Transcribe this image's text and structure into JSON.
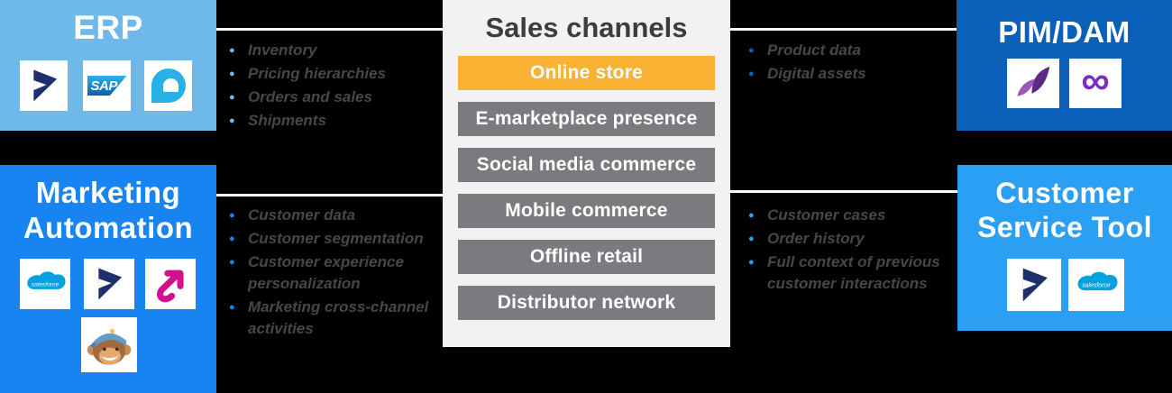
{
  "colors": {
    "background": "#000000",
    "erp_blue": "#6FB9EA",
    "marketing_blue": "#1884F2",
    "pim_blue": "#0A60B8",
    "service_blue": "#2B9FF3",
    "card_bg": "#F2F2F2",
    "highlight_orange": "#F9B233",
    "channel_gray": "#7A7B7E",
    "title_gray": "#3D3D3D",
    "bullet_text": "#474747",
    "connector_white": "#FFFFFF",
    "teardrop_cyan": "#29B0E6",
    "infinity_purple": "#7A2EC0"
  },
  "erp": {
    "title": "ERP",
    "items": [
      "Inventory",
      "Pricing hierarchies",
      "Orders and sales",
      "Shipments"
    ]
  },
  "marketing": {
    "title": "Marketing Automation",
    "items": [
      "Customer data",
      "Customer segmentation",
      "Customer experience personalization",
      "Marketing cross-channel activities"
    ]
  },
  "pim": {
    "title": "PIM/DAM",
    "items": [
      "Product data",
      "Digital assets"
    ]
  },
  "service": {
    "title": "Customer Service Tool",
    "items": [
      "Customer cases",
      "Order history",
      "Full context of previous customer interactions"
    ]
  },
  "sales": {
    "title": "Sales channels",
    "highlighted_channel": "Online store",
    "channels": [
      "Online store",
      "E-marketplace presence",
      "Social media commerce",
      "Mobile commerce",
      "Offline retail",
      "Distributor network"
    ]
  },
  "logos": {
    "sap_label": "SAP",
    "salesforce_label": "salesforce",
    "infinity_glyph": "∞"
  }
}
